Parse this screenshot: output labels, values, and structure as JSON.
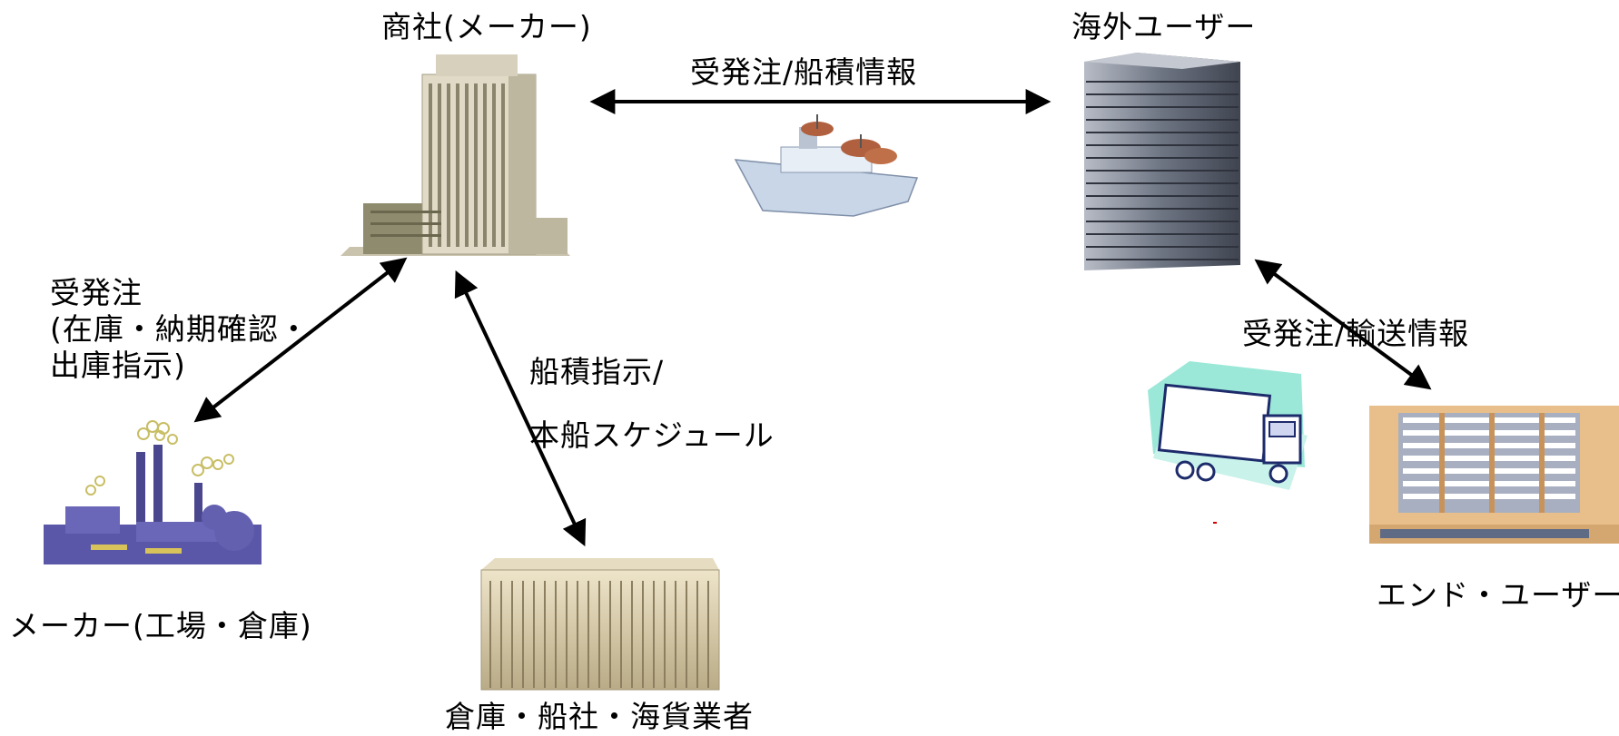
{
  "nodes": {
    "trading_company": "商社(メーカー)",
    "overseas_user": "海外ユーザー",
    "maker": "メーカー(工場・倉庫)",
    "warehouse": "倉庫・船社・海貨業者",
    "end_user": "エンド・ユーザー"
  },
  "links": {
    "shipping_info": "受発注/船積情報",
    "maker_orders": "受発注\n(在庫・納期確認・\n出庫指示)",
    "ship_instructions_1": "船積指示/",
    "ship_instructions_2": "本船スケジュール",
    "transport_info": "受発注/輸送情報"
  },
  "colors": {
    "arrow": "#000000",
    "factory": "#5a57a8",
    "tower": "#6b7280",
    "office": "#d9d3bd",
    "warehouse": "#d6ccb0",
    "enduser_building": "#e0b27c",
    "truck_bg": "#9be8d8"
  },
  "icons": [
    "office-building-icon",
    "skyscraper-icon",
    "ship-icon",
    "factory-icon",
    "warehouse-icon",
    "truck-icon",
    "enduser-building-icon"
  ]
}
